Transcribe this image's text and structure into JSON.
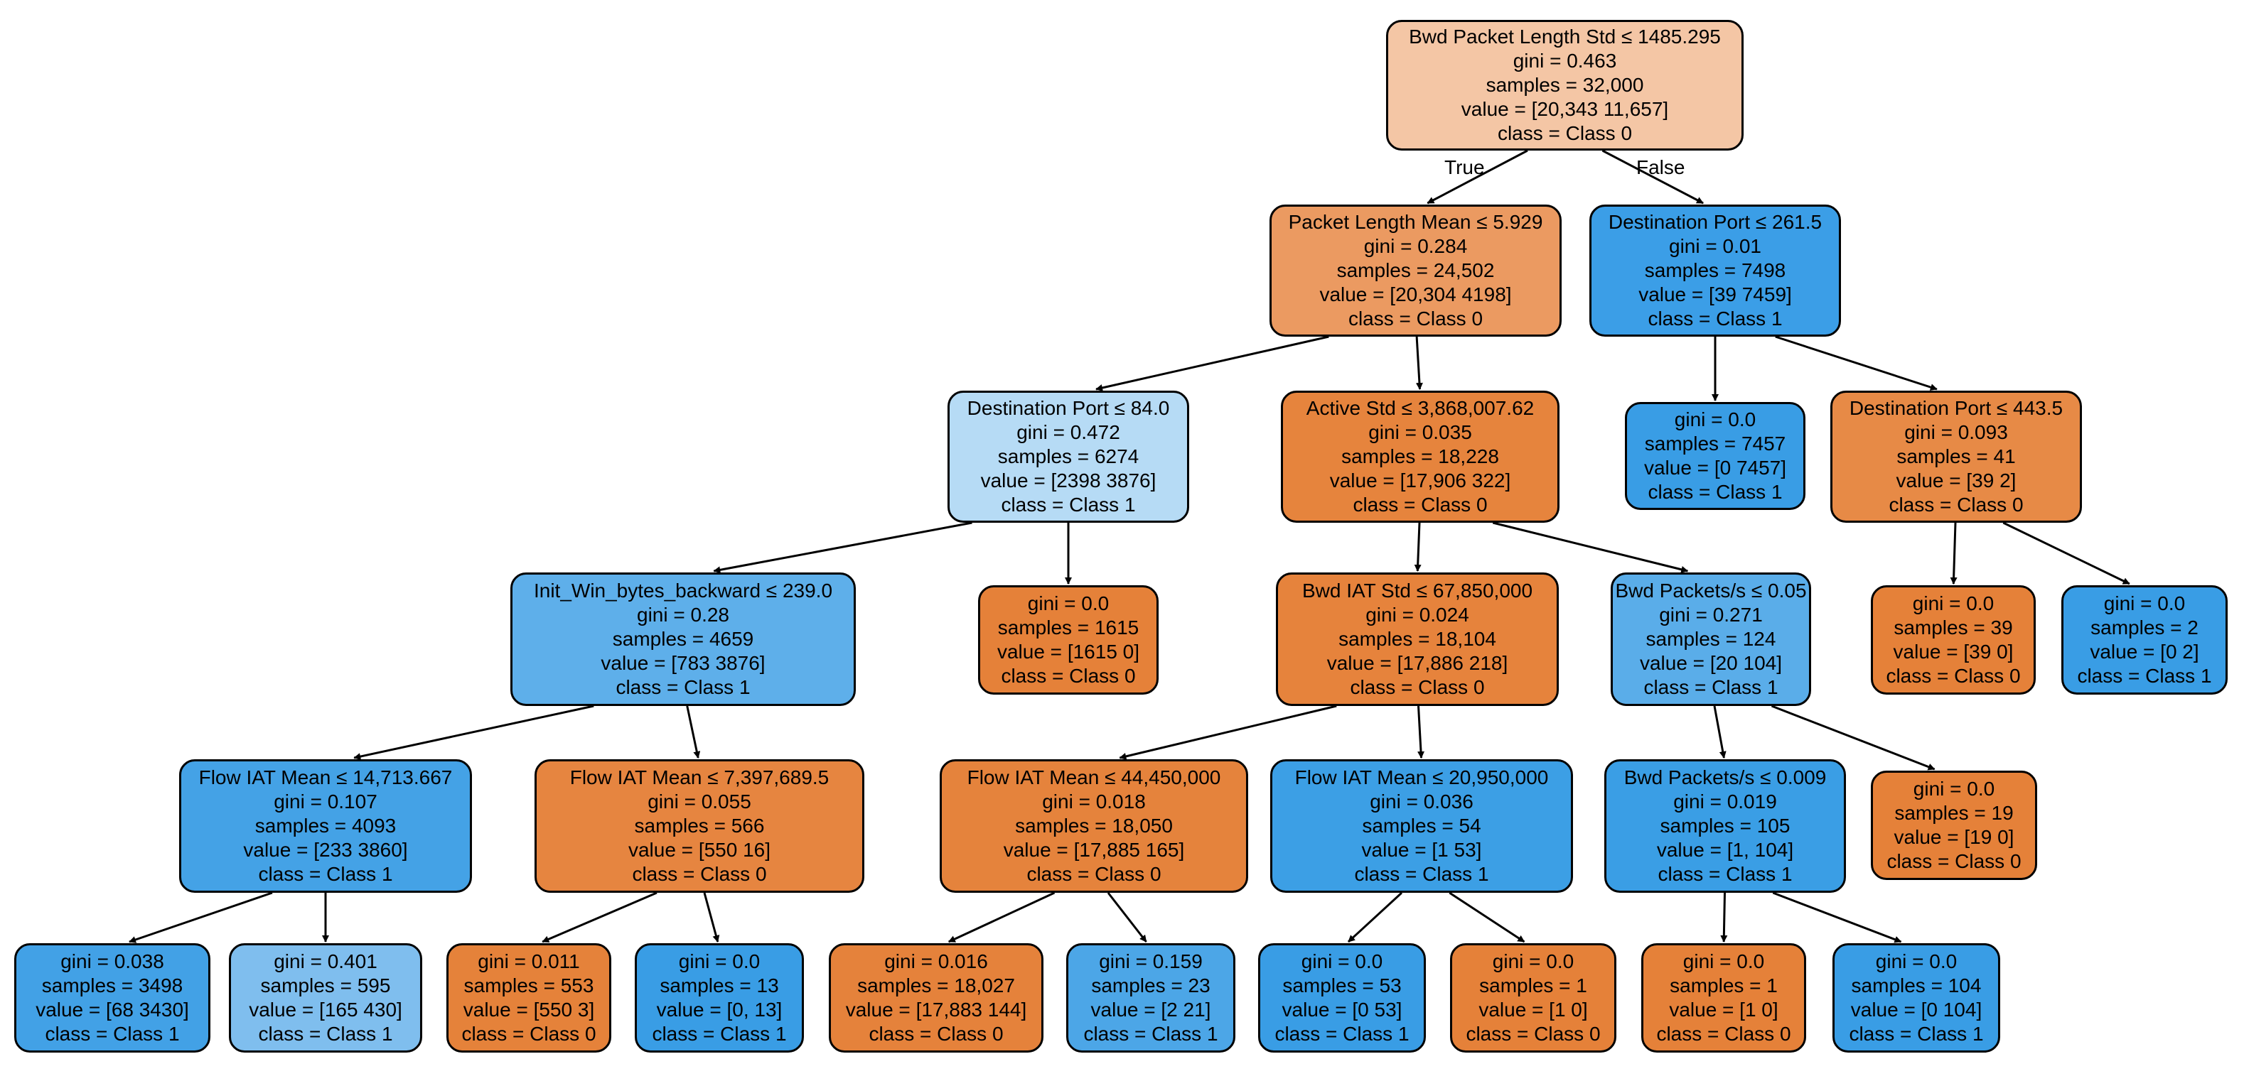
{
  "edge_labels": {
    "true_label": "True",
    "false_label": "False"
  },
  "nodes": {
    "n0": {
      "color": "#f4c6a5",
      "lines": [
        "Bwd Packet Length Std ≤ 1485.295",
        "gini = 0.463",
        "samples = 32,000",
        "value = [20,343 11,657]",
        "class = Class 0"
      ]
    },
    "n1": {
      "color": "#eb9a61",
      "lines": [
        "Packet Length Mean ≤ 5.929",
        "gini = 0.284",
        "samples = 24,502",
        "value = [20,304 4198]",
        "class = Class 0"
      ]
    },
    "n2": {
      "color": "#3b9ee7",
      "lines": [
        "Destination Port ≤ 261.5",
        "gini = 0.01",
        "samples = 7498",
        "value = [39 7459]",
        "class = Class 1"
      ]
    },
    "n3": {
      "color": "#b6dbf5",
      "lines": [
        "Destination Port ≤ 84.0",
        "gini = 0.472",
        "samples = 6274",
        "value = [2398 3876]",
        "class = Class 1"
      ]
    },
    "n4": {
      "color": "#e6843d",
      "lines": [
        "Active Std ≤ 3,868,007.62",
        "gini = 0.035",
        "samples = 18,228",
        "value = [17,906 322]",
        "class = Class 0"
      ]
    },
    "n5": {
      "color": "#399de5",
      "lines": [
        "gini = 0.0",
        "samples = 7457",
        "value = [0 7457]",
        "class = Class 1"
      ]
    },
    "n6": {
      "color": "#e78a46",
      "lines": [
        "Destination Port ≤ 443.5",
        "gini = 0.093",
        "samples = 41",
        "value = [39 2]",
        "class = Class 0"
      ]
    },
    "n7": {
      "color": "#5eafea",
      "lines": [
        "Init_Win_bytes_backward ≤ 239.0",
        "gini = 0.28",
        "samples = 4659",
        "value = [783 3876]",
        "class = Class 1"
      ]
    },
    "n8": {
      "color": "#e58139",
      "lines": [
        "gini = 0.0",
        "samples = 1615",
        "value = [1615 0]",
        "class = Class 0"
      ]
    },
    "n9": {
      "color": "#e6833c",
      "lines": [
        "Bwd IAT Std ≤ 67,850,000",
        "gini = 0.024",
        "samples = 18,104",
        "value = [17,886 218]",
        "class = Class 0"
      ]
    },
    "n10": {
      "color": "#5aade9",
      "lines": [
        "Bwd Packets/s ≤ 0.05",
        "gini = 0.271",
        "samples = 124",
        "value = [20 104]",
        "class = Class 1"
      ]
    },
    "n11": {
      "color": "#e58139",
      "lines": [
        "gini = 0.0",
        "samples = 39",
        "value = [39 0]",
        "class = Class 0"
      ]
    },
    "n12": {
      "color": "#399de5",
      "lines": [
        "gini = 0.0",
        "samples = 2",
        "value = [0 2]",
        "class = Class 1"
      ]
    },
    "n13": {
      "color": "#44a2e6",
      "lines": [
        "Flow IAT Mean ≤ 14,713.667",
        "gini = 0.107",
        "samples = 4093",
        "value = [233 3860]",
        "class = Class 1"
      ]
    },
    "n14": {
      "color": "#e68540",
      "lines": [
        "Flow IAT Mean ≤ 7,397,689.5",
        "gini = 0.055",
        "samples = 566",
        "value = [550 16]",
        "class = Class 0"
      ]
    },
    "n15": {
      "color": "#e5833c",
      "lines": [
        "Flow IAT Mean ≤ 44,450,000",
        "gini = 0.018",
        "samples = 18,050",
        "value = [17,885 165]",
        "class = Class 0"
      ]
    },
    "n16": {
      "color": "#3c9fe5",
      "lines": [
        "Flow IAT Mean ≤ 20,950,000",
        "gini = 0.036",
        "samples = 54",
        "value = [1 53]",
        "class = Class 1"
      ]
    },
    "n17": {
      "color": "#3a9ee5",
      "lines": [
        "Bwd Packets/s ≤ 0.009",
        "gini = 0.019",
        "samples = 105",
        "value = [1, 104]",
        "class = Class 1"
      ]
    },
    "n18": {
      "color": "#e58139",
      "lines": [
        "gini = 0.0",
        "samples = 19",
        "value = [19 0]",
        "class = Class 0"
      ]
    },
    "n19": {
      "color": "#42a1e6",
      "lines": [
        "gini = 0.038",
        "samples = 3498",
        "value = [68 3430]",
        "class = Class 1"
      ]
    },
    "n20": {
      "color": "#7fbeee",
      "lines": [
        "gini = 0.401",
        "samples = 595",
        "value = [165 430]",
        "class = Class 1"
      ]
    },
    "n21": {
      "color": "#e5823a",
      "lines": [
        "gini = 0.011",
        "samples = 553",
        "value = [550 3]",
        "class = Class 0"
      ]
    },
    "n22": {
      "color": "#399de5",
      "lines": [
        "gini = 0.0",
        "samples = 13",
        "value = [0, 13]",
        "class = Class 1"
      ]
    },
    "n23": {
      "color": "#e5823b",
      "lines": [
        "gini = 0.016",
        "samples = 18,027",
        "value = [17,883 144]",
        "class = Class 0"
      ]
    },
    "n24": {
      "color": "#4ca6e7",
      "lines": [
        "gini = 0.159",
        "samples = 23",
        "value = [2 21]",
        "class = Class 1"
      ]
    },
    "n25": {
      "color": "#399de5",
      "lines": [
        "gini = 0.0",
        "samples = 53",
        "value = [0 53]",
        "class = Class 1"
      ]
    },
    "n26": {
      "color": "#e58139",
      "lines": [
        "gini = 0.0",
        "samples = 1",
        "value = [1 0]",
        "class = Class 0"
      ]
    },
    "n27": {
      "color": "#e58139",
      "lines": [
        "gini = 0.0",
        "samples = 1",
        "value = [1 0]",
        "class = Class 0"
      ]
    },
    "n28": {
      "color": "#399de5",
      "lines": [
        "gini = 0.0",
        "samples = 104",
        "value = [0 104]",
        "class = Class 1"
      ]
    }
  }
}
